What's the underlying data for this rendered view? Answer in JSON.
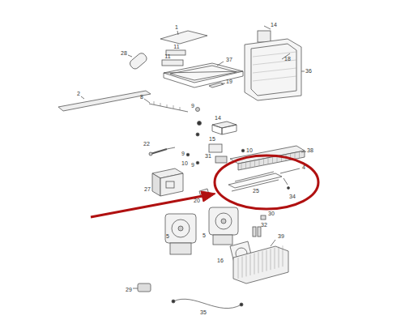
{
  "diagram": {
    "labels": [
      "1",
      "14",
      "11",
      "11",
      "28",
      "18",
      "37",
      "36",
      "19",
      "2",
      "8",
      "9",
      "14",
      "22",
      "15",
      "9",
      "10",
      "38",
      "31",
      "9",
      "10",
      "4",
      "27",
      "25",
      "20",
      "34",
      "30",
      "32",
      "5",
      "5",
      "16",
      "39",
      "29",
      "35"
    ]
  }
}
